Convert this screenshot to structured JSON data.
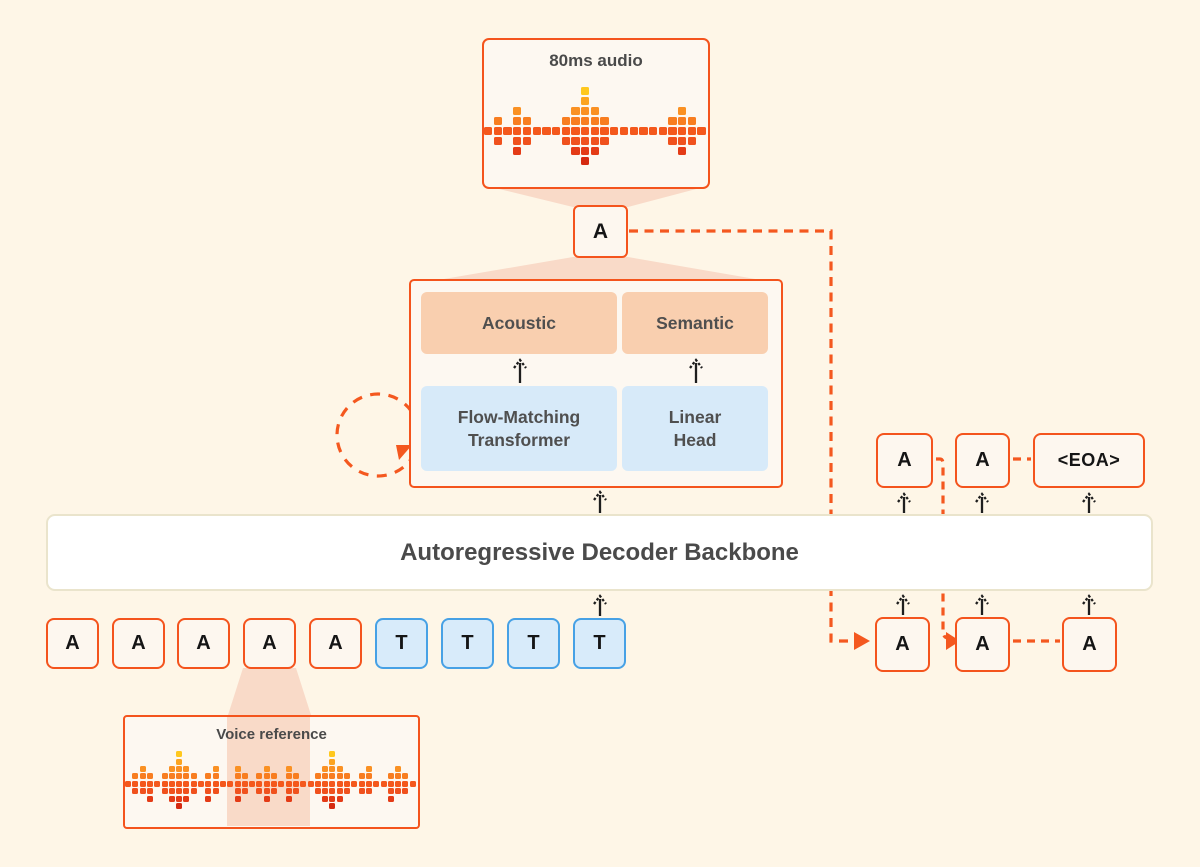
{
  "labels": {
    "audio_box": "80ms audio",
    "output_token": "A",
    "acoustic": "Acoustic",
    "semantic": "Semantic",
    "flow_matching_line1": "Flow-Matching",
    "flow_matching_line2": "Transformer",
    "linear_head_line1": "Linear",
    "linear_head_line2": "Head",
    "backbone": "Autoregressive Decoder Backbone",
    "voice_reference": "Voice reference"
  },
  "input_tokens": [
    {
      "label": "A",
      "type": "audio"
    },
    {
      "label": "A",
      "type": "audio"
    },
    {
      "label": "A",
      "type": "audio"
    },
    {
      "label": "A",
      "type": "audio"
    },
    {
      "label": "A",
      "type": "audio"
    },
    {
      "label": "T",
      "type": "text"
    },
    {
      "label": "T",
      "type": "text"
    },
    {
      "label": "T",
      "type": "text"
    },
    {
      "label": "T",
      "type": "text"
    }
  ],
  "right_top_tokens": [
    {
      "label": "A",
      "type": "audio"
    },
    {
      "label": "A",
      "type": "audio"
    },
    {
      "label": "<EOA>",
      "type": "audio",
      "wide": true
    }
  ],
  "right_bottom_tokens": [
    {
      "label": "A",
      "type": "audio"
    },
    {
      "label": "A",
      "type": "audio"
    },
    {
      "label": "A",
      "type": "audio"
    }
  ],
  "waveforms": {
    "audio": {
      "columns": [
        [
          0,
          0
        ],
        [
          1,
          1
        ],
        [
          0,
          0
        ],
        [
          2,
          2
        ],
        [
          1,
          1
        ],
        [
          0,
          0
        ],
        [
          0,
          0
        ],
        [
          0,
          0
        ],
        [
          1,
          1
        ],
        [
          2,
          2
        ],
        [
          4,
          3
        ],
        [
          2,
          2
        ],
        [
          1,
          1
        ],
        [
          0,
          0
        ],
        [
          0,
          0
        ],
        [
          0,
          0
        ],
        [
          0,
          0
        ],
        [
          0,
          0
        ],
        [
          0,
          0
        ],
        [
          1,
          1
        ],
        [
          2,
          2
        ],
        [
          1,
          1
        ],
        [
          0,
          0
        ]
      ]
    },
    "voice": {
      "columns": [
        [
          0,
          0
        ],
        [
          1,
          1
        ],
        [
          2,
          1
        ],
        [
          1,
          2
        ],
        [
          0,
          0
        ],
        [
          1,
          1
        ],
        [
          2,
          2
        ],
        [
          4,
          3
        ],
        [
          2,
          2
        ],
        [
          1,
          1
        ],
        [
          0,
          0
        ],
        [
          1,
          2
        ],
        [
          2,
          1
        ],
        [
          0,
          0
        ],
        [
          0,
          0
        ],
        [
          2,
          2
        ],
        [
          1,
          1
        ],
        [
          0,
          0
        ],
        [
          1,
          1
        ],
        [
          2,
          2
        ],
        [
          1,
          1
        ],
        [
          0,
          0
        ],
        [
          2,
          2
        ],
        [
          1,
          1
        ],
        [
          0,
          0
        ],
        [
          0,
          0
        ],
        [
          1,
          1
        ],
        [
          2,
          2
        ],
        [
          4,
          3
        ],
        [
          2,
          2
        ],
        [
          1,
          1
        ],
        [
          0,
          0
        ],
        [
          1,
          1
        ],
        [
          2,
          1
        ],
        [
          0,
          0
        ],
        [
          0,
          0
        ],
        [
          1,
          2
        ],
        [
          2,
          1
        ],
        [
          1,
          1
        ],
        [
          0,
          0
        ]
      ]
    }
  },
  "colors": {
    "background": "#FEF6E7",
    "orange_border": "#F4541D",
    "dash_orange": "#F4581F",
    "box_fill": "#FDF8F1",
    "peach_chip": "#F9CFAF",
    "light_blue": "#D7EAF9",
    "blue_border": "#47A1E5",
    "trapezoid_peach": "#F9DAC8",
    "backbone_border": "#EAE4CC",
    "label_text": "#4A4A4A",
    "token_text": "#151515",
    "wave": {
      "u4": "#FFC81E",
      "u3": "#FCA41F",
      "u2": "#FA9123",
      "u1": "#F87D20",
      "c0": "#F4581C",
      "d1": "#F0511D",
      "d2": "#E43B16",
      "d3": "#D52A10"
    }
  }
}
